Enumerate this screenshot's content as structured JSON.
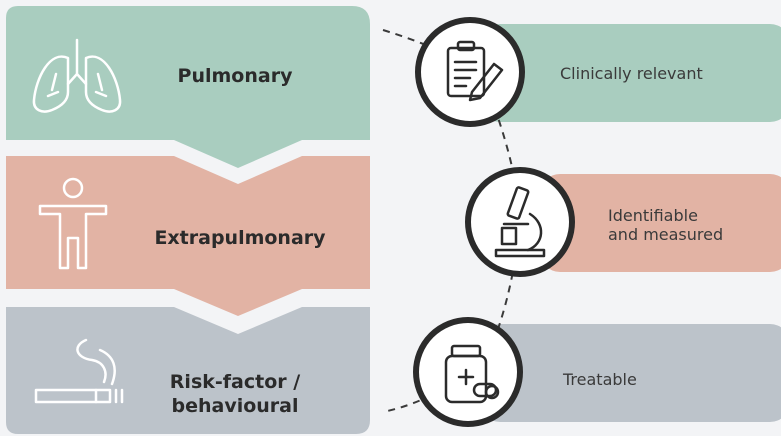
{
  "categories": [
    {
      "label": "Pulmonary",
      "color": "#a9cdbf",
      "icon": "lungs-icon"
    },
    {
      "label": "Extrapulmonary",
      "color": "#e2b3a4",
      "icon": "person-icon"
    },
    {
      "label": "Risk-factor /\nbehavioural",
      "color": "#bcc3ca",
      "icon": "cigarette-icon"
    }
  ],
  "traits": [
    {
      "label": "Clinically relevant",
      "color": "#a9cdbf",
      "icon": "clipboard-pen-icon"
    },
    {
      "label": "Identifiable\nand measured",
      "color": "#e2b3a4",
      "icon": "microscope-icon"
    },
    {
      "label": "Treatable",
      "color": "#bcc3ca",
      "icon": "medicine-bottle-icon"
    }
  ]
}
